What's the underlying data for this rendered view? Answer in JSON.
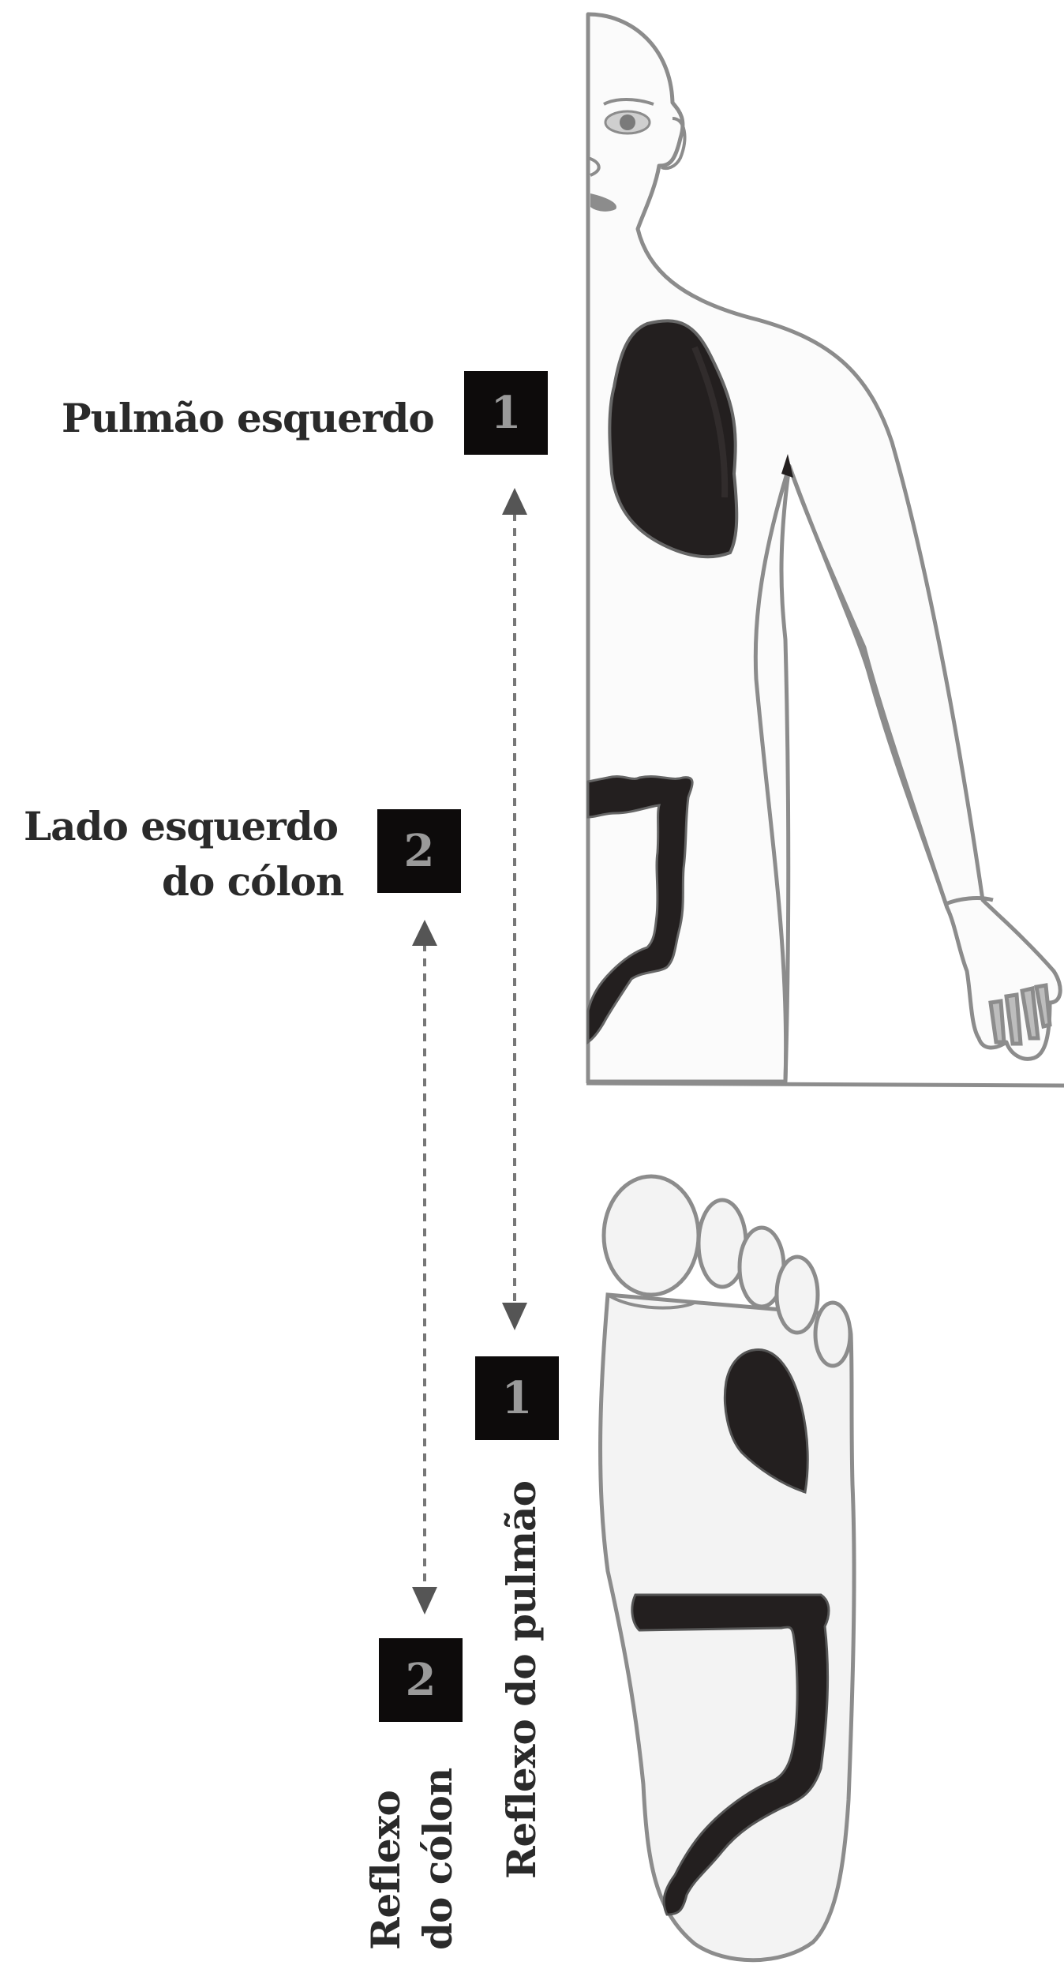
{
  "labels": {
    "lung": "Pulmão esquerdo",
    "colon_line1": "Lado esquerdo",
    "colon_line2": "do cólon",
    "lung_reflex": "Reflexo do pulmão",
    "colon_reflex_line1": "Reflexo",
    "colon_reflex_line2": "do cólon"
  },
  "badges": {
    "lung_body": "1",
    "colon_body": "2",
    "lung_foot": "1",
    "colon_foot": "2"
  },
  "colors": {
    "organ": "#231f1f",
    "outline": "#8c8c8c",
    "badge_bg": "#0d0b0b",
    "badge_text": "#9a9a9a",
    "arrow": "#777777"
  }
}
